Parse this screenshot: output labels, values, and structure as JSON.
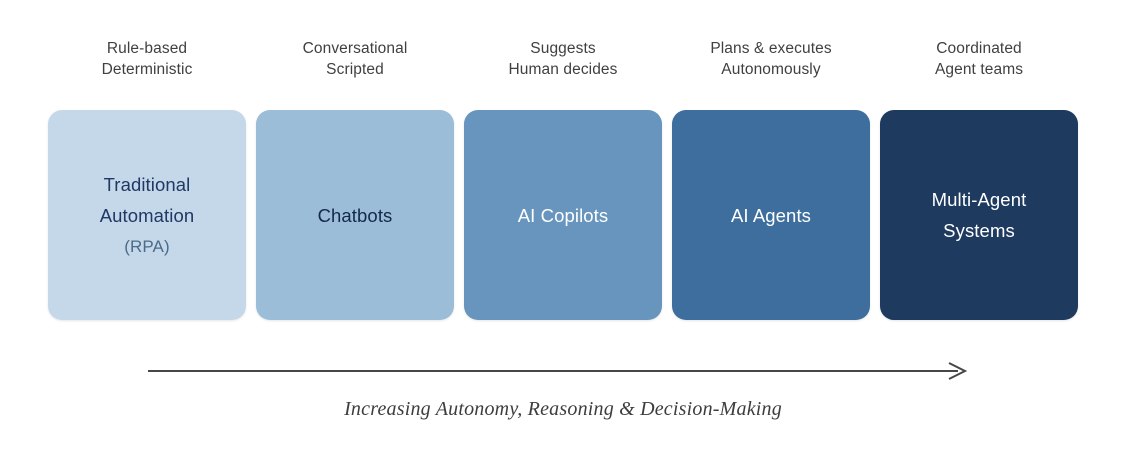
{
  "diagram": {
    "title_caption": "Increasing Autonomy, Reasoning & Decision-Making",
    "background_color": "#ffffff",
    "caption_color": "#3d3d3d",
    "header_color": "#404040",
    "arrow": {
      "color": "#474747",
      "direction": "left-to-right",
      "label": "Increasing Autonomy, Reasoning & Decision-Making"
    },
    "stages": [
      {
        "header_line1": "Rule-based",
        "header_line2": "Deterministic",
        "label_line1": "Traditional",
        "label_line2": "Automation",
        "label_line3": "(RPA)",
        "fill": "#c5d8ea",
        "text_color": "#1f3864",
        "sub_text_color": "#4a6b8a"
      },
      {
        "header_line1": "Conversational",
        "header_line2": "Scripted",
        "label_line1": "Chatbots",
        "label_line2": "",
        "label_line3": "",
        "fill": "#9cbdd8",
        "text_color": "#14294a",
        "sub_text_color": "#14294a"
      },
      {
        "header_line1": "Suggests",
        "header_line2": "Human decides",
        "label_line1": "AI Copilots",
        "label_line2": "",
        "label_line3": "",
        "fill": "#6795bd",
        "text_color": "#ffffff",
        "sub_text_color": "#ffffff"
      },
      {
        "header_line1": "Plans & executes",
        "header_line2": "Autonomously",
        "label_line1": "AI Agents",
        "label_line2": "",
        "label_line3": "",
        "fill": "#3d6e9e",
        "text_color": "#ffffff",
        "sub_text_color": "#ffffff"
      },
      {
        "header_line1": "Coordinated",
        "header_line2": "Agent teams",
        "label_line1": "Multi-Agent",
        "label_line2": "Systems",
        "label_line3": "",
        "fill": "#1e3a5f",
        "text_color": "#ffffff",
        "sub_text_color": "#ffffff"
      }
    ]
  }
}
